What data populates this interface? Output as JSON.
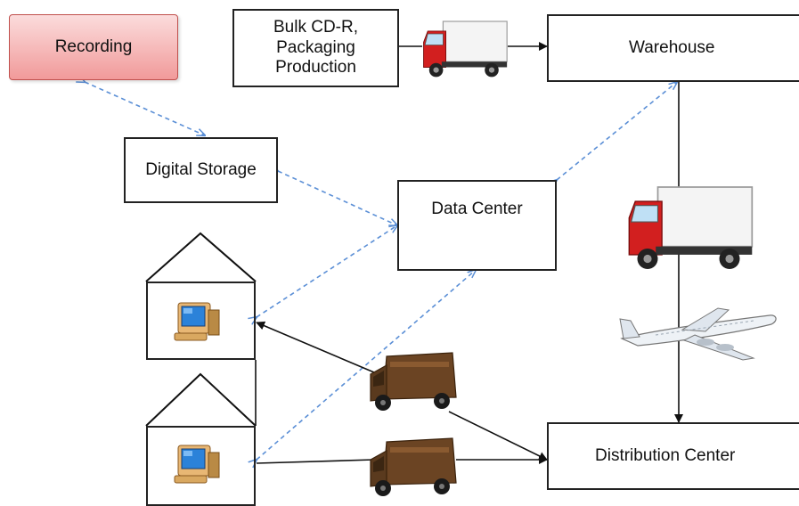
{
  "nodes": {
    "recording": "Recording",
    "bulk": [
      "Bulk CD-R,",
      "Packaging",
      "Production"
    ],
    "warehouse": "Warehouse",
    "digital_storage": "Digital Storage",
    "data_center": "Data Center",
    "distribution_center": "Distribution Center"
  },
  "icons": [
    "computer-icon",
    "delivery-truck-icon",
    "airplane-icon",
    "brown-delivery-van-icon",
    "house-icon"
  ],
  "colors": {
    "dashed": "#5b8fd6",
    "recording_fill": "#f5b5b5",
    "recording_border": "#c0504d",
    "truck_red": "#d21f1f",
    "van_brown": "#5a3a1e"
  }
}
